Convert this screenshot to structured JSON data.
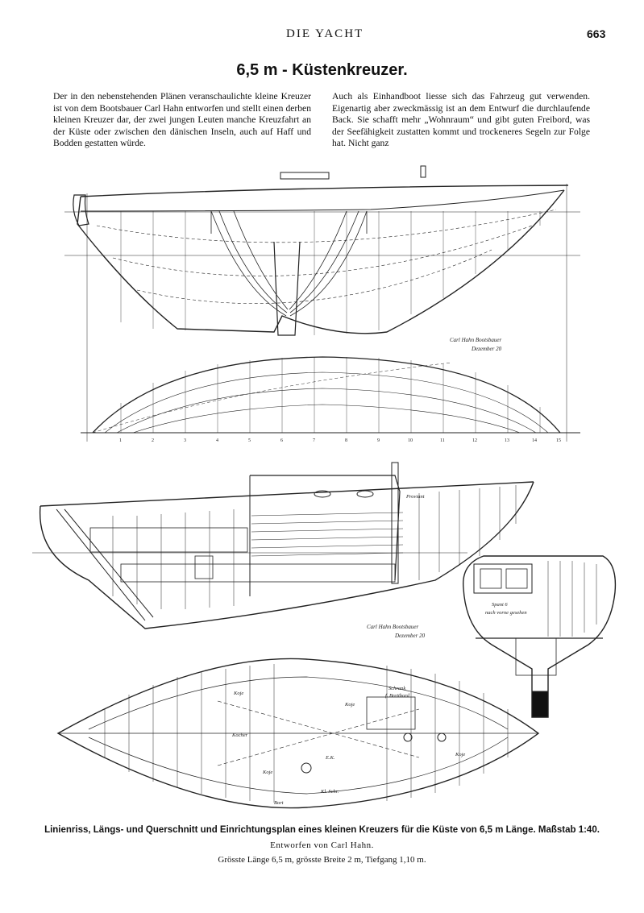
{
  "header": {
    "running_title": "DIE YACHT",
    "page_number": "663"
  },
  "article": {
    "title": "6,5 m - Küstenkreuzer.",
    "column1": "Der in den nebenstehenden Plänen veranschaulichte kleine Kreuzer ist von dem Bootsbauer Carl Hahn entworfen und stellt einen derben kleinen Kreuzer dar, der zwei jungen Leuten manche Kreuzfahrt an der Küste oder zwischen den dänischen Inseln, auch auf Haff und Bodden gestatten würde.",
    "column2": "Auch als Einhandboot liesse sich das Fahrzeug gut verwenden. Eigenartig aber zweckmässig ist an dem Entwurf die durchlaufende Back. Sie schafft mehr „Wohnraum“ und gibt guten Freibord, was der Seefähigkeit zustatten kommt und trockeneres Segeln zur Folge hat. Nicht ganz"
  },
  "drawing": {
    "signature1": {
      "line1": "Carl Hahn  Bootsbauer",
      "line2": "Dezember 20"
    },
    "signature2": {
      "line1": "Carl Hahn  Bootsbauer",
      "line2": "Dezember 20"
    },
    "station_numbers": [
      "1",
      "2",
      "3",
      "4",
      "5",
      "6",
      "7",
      "8",
      "9",
      "10",
      "11",
      "12",
      "13",
      "14",
      "15"
    ],
    "labels": {
      "proviant": "Proviant",
      "spant": "Spant 6",
      "spant_note": "nach vorne gesehen",
      "koje1": "Koje",
      "koje2": "Koje",
      "koje3": "Koje",
      "koje4": "Koje",
      "schrank": "Schrank",
      "breitbord": "f. Breitbord",
      "kocher": "Kocher",
      "ek": "E.K.",
      "kl_schr": "Kl. Schr.",
      "bort": "Bort"
    }
  },
  "caption": {
    "line1": "Linienriss, Längs- und Querschnitt und Einrichtungsplan eines kleinen Kreuzers für die Küste von 6,5 m Länge.  Maßstab 1:40.",
    "line2": "Entworfen von Carl Hahn.",
    "line3": "Grösste Länge 6,5 m, grösste Breite 2 m, Tiefgang 1,10 m."
  }
}
